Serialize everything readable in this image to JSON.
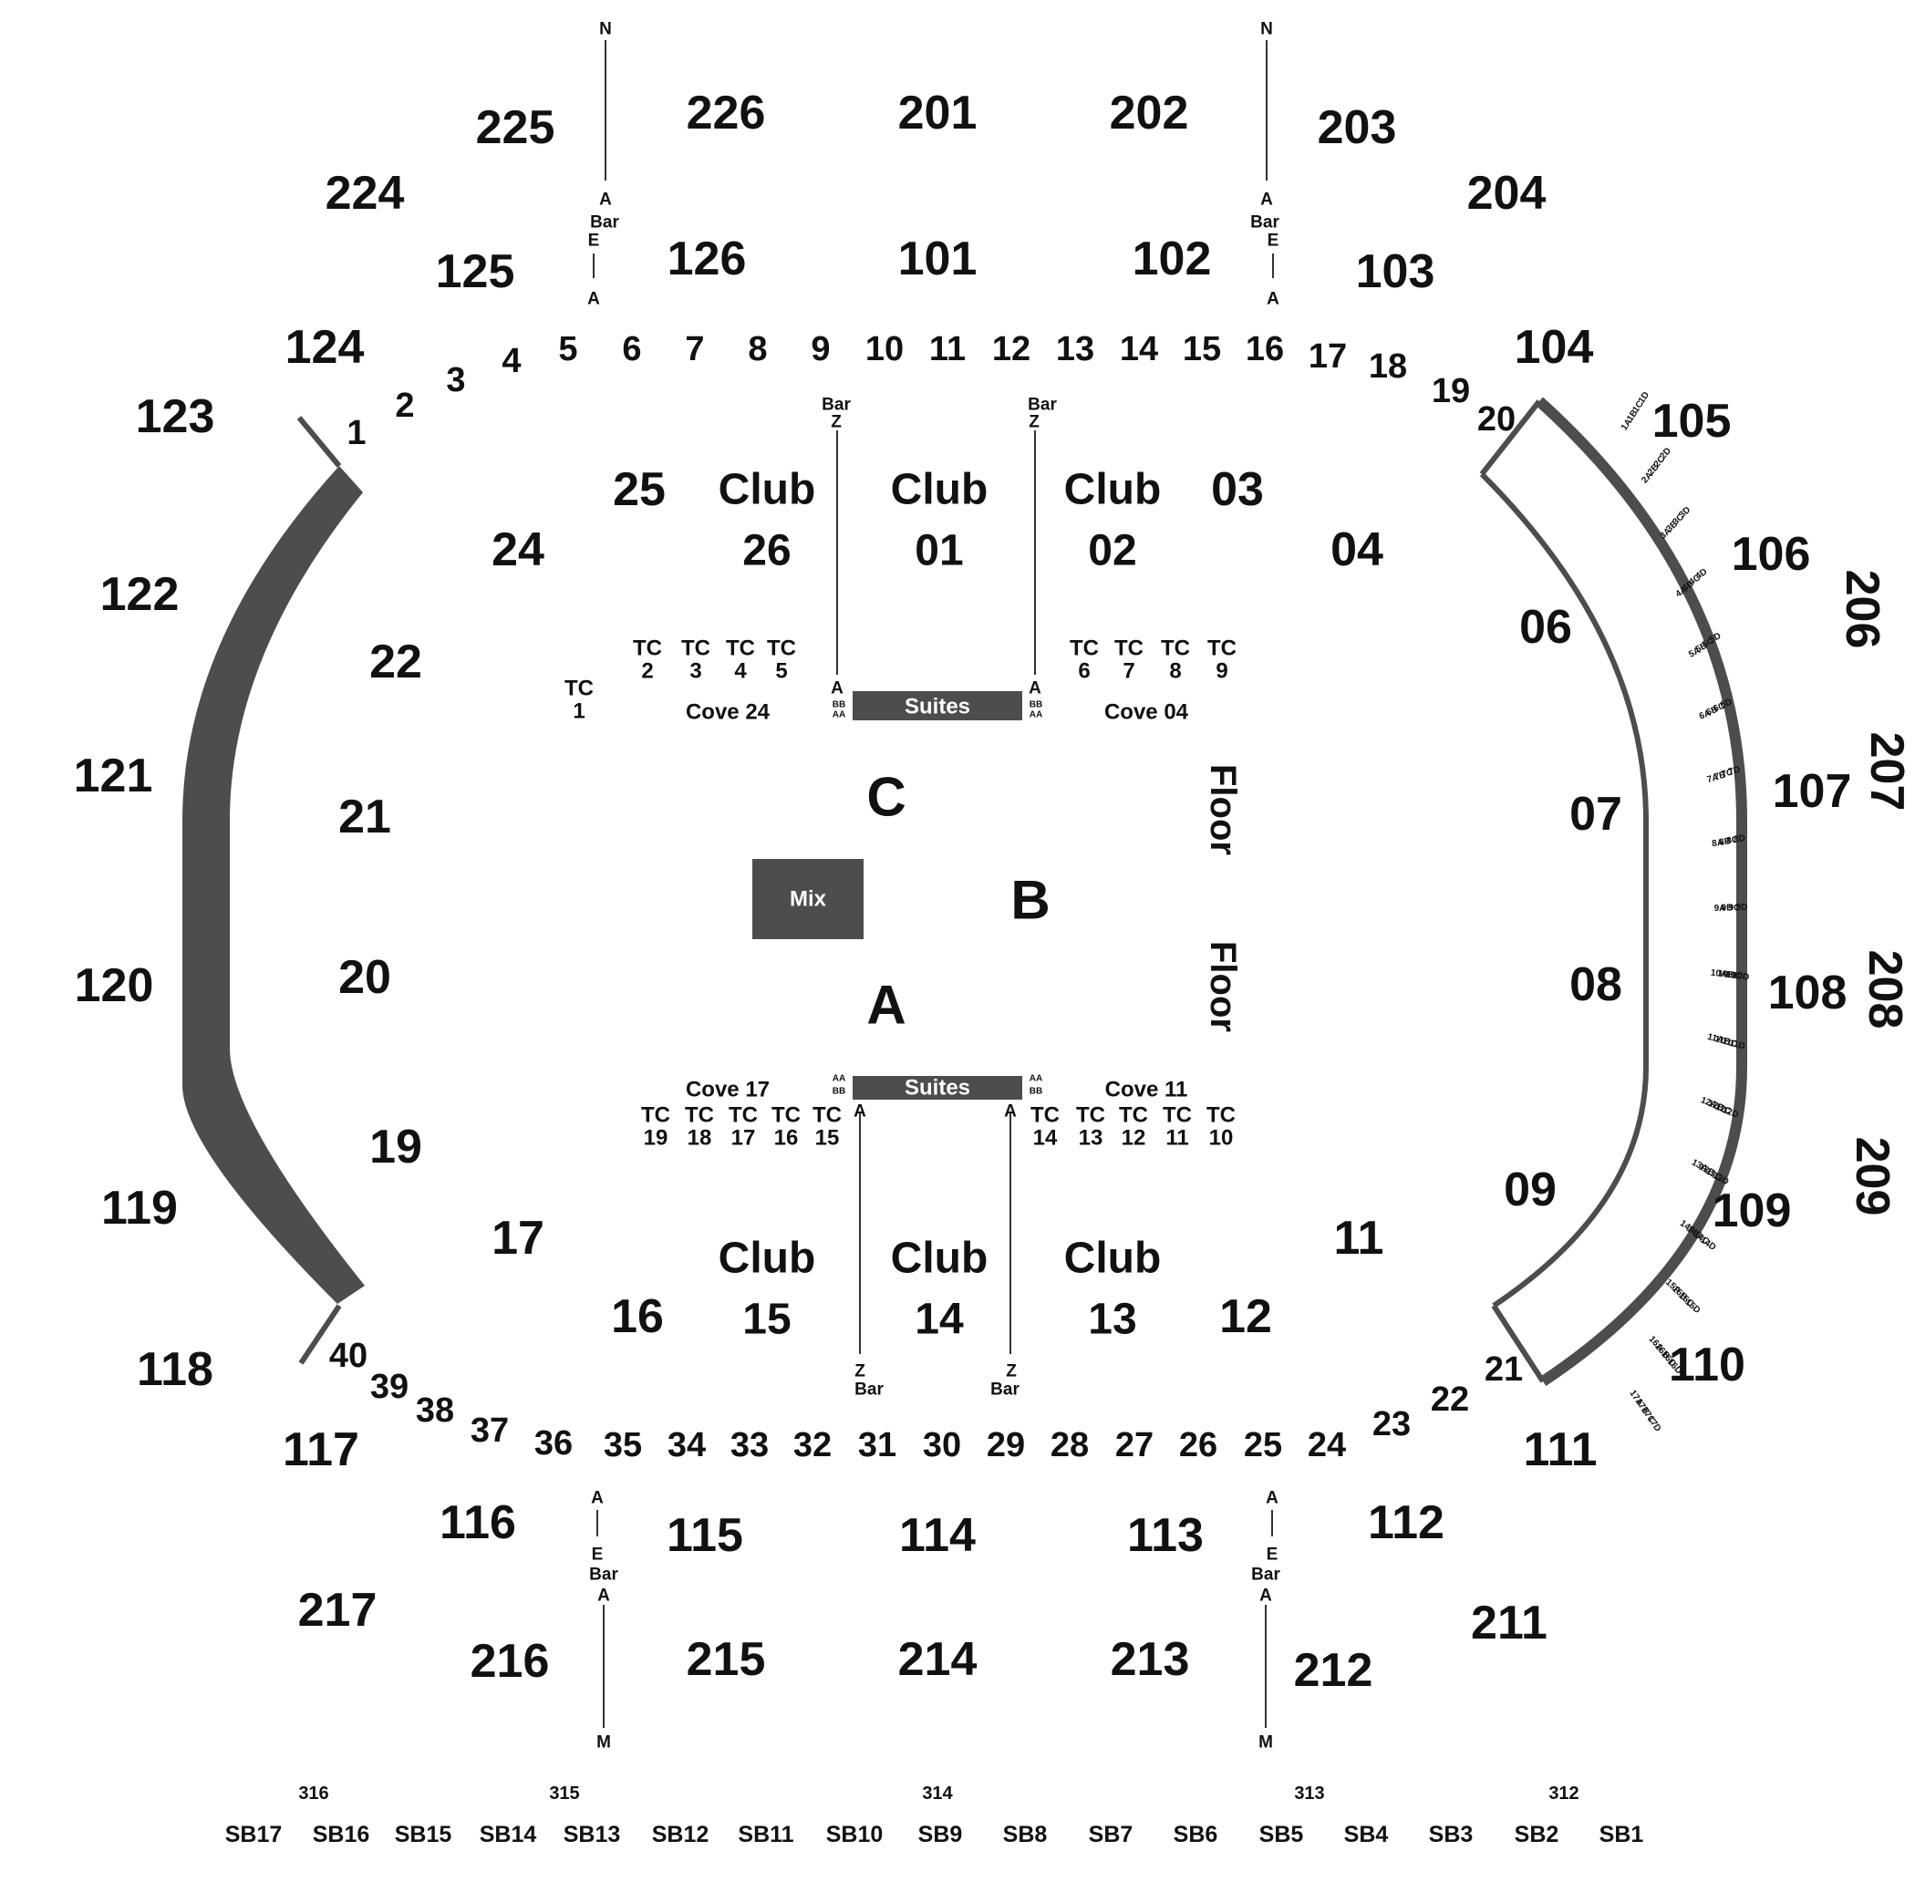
{
  "sections_200_top": [
    "225",
    "226",
    "201",
    "202",
    "203",
    "224",
    "204"
  ],
  "sections_100_top": [
    "125",
    "126",
    "101",
    "102",
    "103",
    "124",
    "104",
    "123",
    "105"
  ],
  "sections_left": [
    "122",
    "121",
    "120",
    "119",
    "118",
    "117"
  ],
  "sections_right": [
    "106",
    "107",
    "108",
    "109",
    "110",
    "111"
  ],
  "sections_200_right": [
    "206",
    "207",
    "208",
    "209"
  ],
  "sections_100_bottom": [
    "116",
    "115",
    "114",
    "113",
    "112"
  ],
  "sections_200_bottom": [
    "217",
    "216",
    "215",
    "214",
    "213",
    "212",
    "211"
  ],
  "rows_top": [
    "1",
    "2",
    "3",
    "4",
    "5",
    "6",
    "7",
    "8",
    "9",
    "10",
    "11",
    "12",
    "13",
    "14",
    "15",
    "16",
    "17",
    "18",
    "19",
    "20"
  ],
  "rows_bottom": [
    "40",
    "39",
    "38",
    "37",
    "36",
    "35",
    "34",
    "33",
    "32",
    "31",
    "30",
    "29",
    "28",
    "27",
    "26",
    "25",
    "24",
    "23",
    "22",
    "21"
  ],
  "floor_sections": [
    "25",
    "24",
    "22",
    "21",
    "20",
    "19",
    "17",
    "16",
    "03",
    "04",
    "06",
    "07",
    "08",
    "09",
    "11",
    "12"
  ],
  "clubs": {
    "word": "Club",
    "top": [
      "26",
      "01",
      "02"
    ],
    "bottom": [
      "15",
      "14",
      "13"
    ]
  },
  "tc_word": "TC",
  "tc_top": [
    "1",
    "2",
    "3",
    "4",
    "5",
    "6",
    "7",
    "8",
    "9"
  ],
  "tc_bottom": [
    "19",
    "18",
    "17",
    "16",
    "15",
    "14",
    "13",
    "12",
    "11",
    "10"
  ],
  "coves": [
    "Cove 24",
    "Cove 04",
    "Cove 17",
    "Cove 11"
  ],
  "suites_label": "Suites",
  "mix_label": "Mix",
  "floor_letters": [
    "C",
    "B",
    "A"
  ],
  "floor_label": "Floor",
  "bar_label": "Bar",
  "aisle_letters": {
    "N": "N",
    "A": "A",
    "E": "E",
    "Z": "Z",
    "M": "M",
    "BB": "BB",
    "AA": "AA"
  },
  "vip_rows": [
    "1",
    "2",
    "3",
    "4",
    "5",
    "6",
    "7",
    "8",
    "9",
    "10",
    "11",
    "12",
    "13",
    "14",
    "15",
    "16",
    "17"
  ],
  "vip_seats": [
    "A",
    "B",
    "C",
    "D"
  ],
  "sections_300": [
    "316",
    "315",
    "314",
    "313",
    "312"
  ],
  "skyboxes": [
    "SB17",
    "SB16",
    "SB15",
    "SB14",
    "SB13",
    "SB12",
    "SB11",
    "SB10",
    "SB9",
    "SB8",
    "SB7",
    "SB6",
    "SB5",
    "SB4",
    "SB3",
    "SB2",
    "SB1"
  ],
  "colors": {
    "stage": "#4d4d4d",
    "text": "#111111",
    "line": "#333333"
  }
}
